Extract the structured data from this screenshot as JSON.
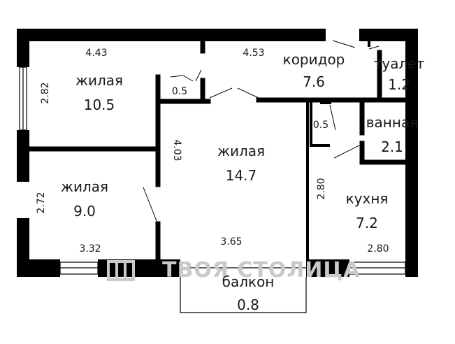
{
  "rooms": [
    {
      "id": "living-1",
      "name": "жилая",
      "area": "10.5"
    },
    {
      "id": "living-2",
      "name": "жилая",
      "area": "14.7"
    },
    {
      "id": "living-3",
      "name": "жилая",
      "area": "9.0"
    },
    {
      "id": "corridor",
      "name": "коридор",
      "area": "7.6"
    },
    {
      "id": "toilet",
      "name": "туалет",
      "area": "1.2"
    },
    {
      "id": "bathroom",
      "name": "ванная",
      "area": "2.1"
    },
    {
      "id": "kitchen",
      "name": "кухня",
      "area": "7.2"
    },
    {
      "id": "balcony",
      "name": "балкон",
      "area": "0.8"
    }
  ],
  "closets": [
    "0.5",
    "0.5"
  ],
  "dimensions": [
    "4.43",
    "4.53",
    "2.82",
    "4.03",
    "2.72",
    "3.32",
    "3.65",
    "2.80",
    "2.80"
  ],
  "watermark": "ТВОЯ СТОЛИЦА",
  "colors": {
    "wall": "#000000",
    "watermark": "#c9c9c9"
  }
}
